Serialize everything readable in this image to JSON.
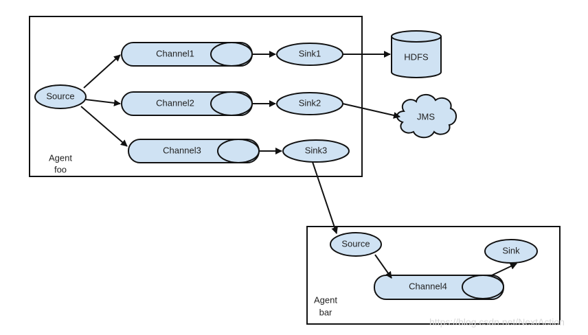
{
  "agent_foo": {
    "label_line1": "Agent",
    "label_line2": "foo",
    "source": "Source",
    "channels": [
      "Channel1",
      "Channel2",
      "Channel3"
    ],
    "sinks": [
      "Sink1",
      "Sink2",
      "Sink3"
    ]
  },
  "destinations": {
    "hdfs": "HDFS",
    "jms": "JMS"
  },
  "agent_bar": {
    "label_line1": "Agent",
    "label_line2": "bar",
    "source": "Source",
    "channel": "Channel4",
    "sink": "Sink"
  },
  "watermark": "https://blog.csdn.net/NextAction",
  "colors": {
    "node_fill": "#cfe2f3",
    "stroke": "#111111"
  }
}
